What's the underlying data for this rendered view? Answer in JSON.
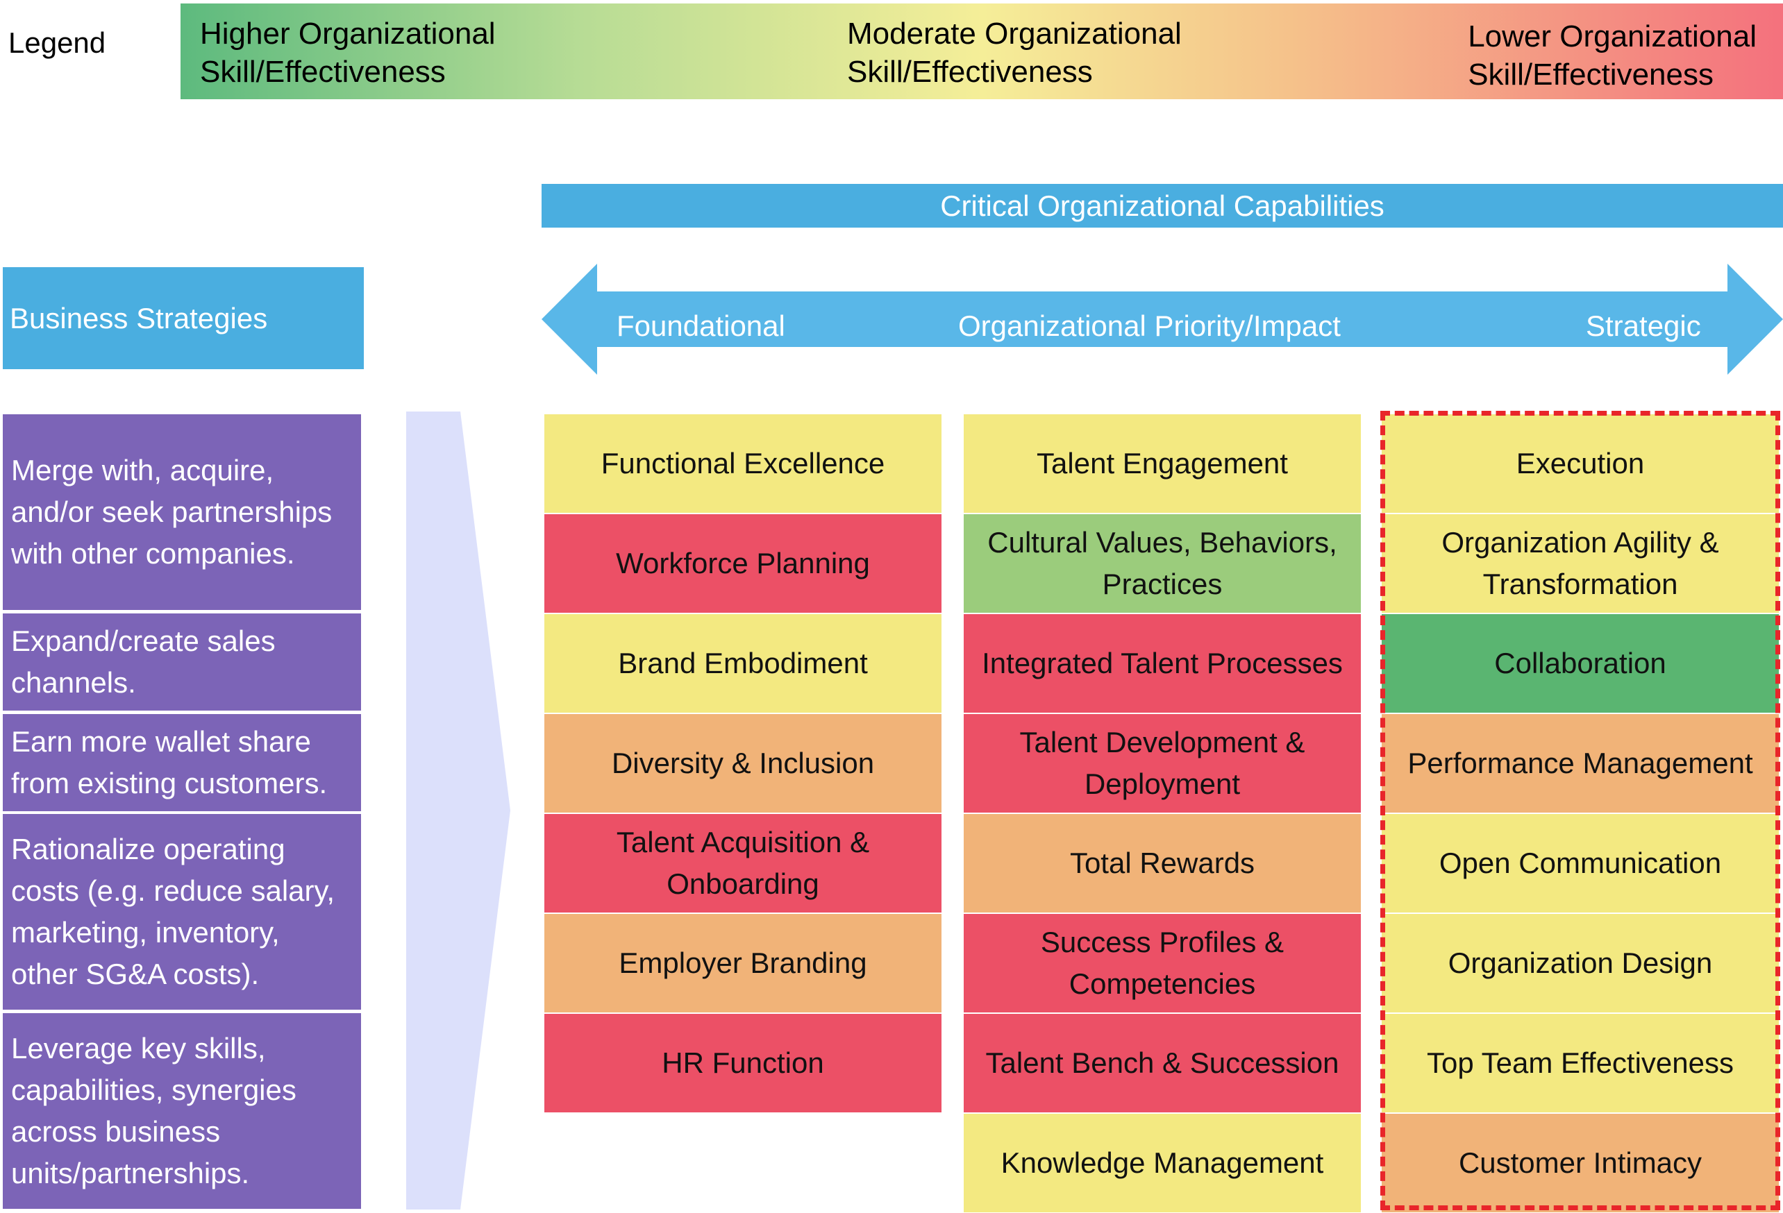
{
  "legend": {
    "label": "Legend",
    "high": [
      "Higher Organizational",
      "Skill/Effectiveness"
    ],
    "moderate": [
      "Moderate Organizational",
      "Skill/Effectiveness"
    ],
    "low": [
      "Lower Organizational",
      "Skill/Effectiveness"
    ]
  },
  "header": {
    "capabilities_title": "Critical Organizational Capabilities",
    "business_strategies": "Business Strategies",
    "arrow": {
      "left": "Foundational",
      "center": "Organizational Priority/Impact",
      "right": "Strategic"
    }
  },
  "strategies": [
    "Merge with, acquire, and/or seek partnerships with other companies.",
    "Expand/create sales channels.",
    "Earn more wallet share from existing customers.",
    "Rationalize operating costs (e.g. reduce salary, marketing, inventory, other SG&A costs).",
    "Leverage key skills, capabilities, synergies across business units/partnerships."
  ],
  "colors": {
    "green": "#5ab571",
    "light_green": "#9bcc7c",
    "yellow": "#f3e981",
    "orange": "#f1b378",
    "red": "#ec5066",
    "blue": "#4aaee0",
    "purple": "#7c64b7",
    "chevron": "#dce0fb",
    "highlight_border": "#e8252a"
  },
  "columns": [
    {
      "cells": [
        {
          "label": "Functional Excellence",
          "level": "yellow"
        },
        {
          "label": "Workforce Planning",
          "level": "red"
        },
        {
          "label": "Brand Embodiment",
          "level": "yellow"
        },
        {
          "label": "Diversity & Inclusion",
          "level": "orange"
        },
        {
          "label": "Talent Acquisition & Onboarding",
          "level": "red"
        },
        {
          "label": "Employer Branding",
          "level": "orange"
        },
        {
          "label": "HR Function",
          "level": "red"
        }
      ]
    },
    {
      "cells": [
        {
          "label": "Talent Engagement",
          "level": "yellow"
        },
        {
          "label": "Cultural Values, Behaviors, Practices",
          "level": "light_green"
        },
        {
          "label": "Integrated Talent Processes",
          "level": "red"
        },
        {
          "label": "Talent Development & Deployment",
          "level": "red"
        },
        {
          "label": "Total Rewards",
          "level": "orange"
        },
        {
          "label": "Success Profiles & Competencies",
          "level": "red"
        },
        {
          "label": "Talent Bench & Succession",
          "level": "red"
        },
        {
          "label": "Knowledge Management",
          "level": "yellow"
        }
      ]
    },
    {
      "highlighted": true,
      "cells": [
        {
          "label": "Execution",
          "level": "yellow"
        },
        {
          "label": "Organization Agility & Transformation",
          "level": "yellow"
        },
        {
          "label": "Collaboration",
          "level": "green"
        },
        {
          "label": "Performance Management",
          "level": "orange"
        },
        {
          "label": "Open Communication",
          "level": "yellow"
        },
        {
          "label": "Organization Design",
          "level": "yellow"
        },
        {
          "label": "Top Team Effectiveness",
          "level": "yellow"
        },
        {
          "label": "Customer Intimacy",
          "level": "orange"
        }
      ]
    }
  ]
}
